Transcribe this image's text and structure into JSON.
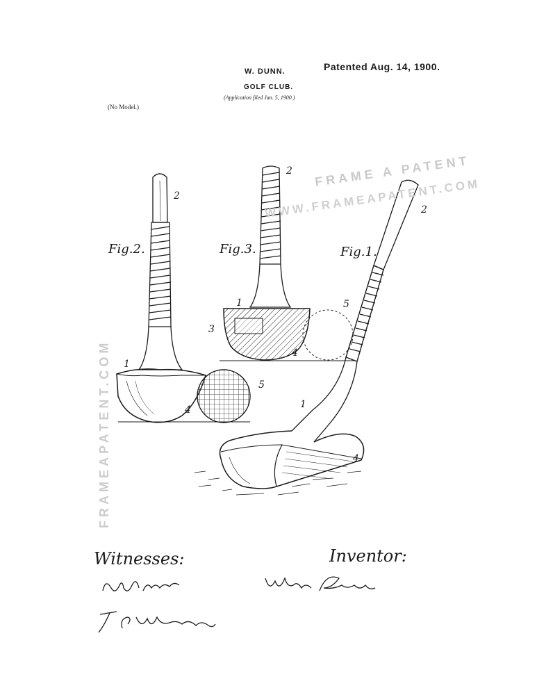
{
  "header": {
    "inventor_name": "W. DUNN.",
    "title": "GOLF CLUB.",
    "application": "(Application filed Jan. 5, 1900.)",
    "patented": "Patented Aug. 14, 1900.",
    "no_model": "(No Model.)"
  },
  "figures": {
    "fig1": "Fig.1.",
    "fig2": "Fig.2.",
    "fig3": "Fig.3."
  },
  "refs": {
    "r1": "1",
    "r2": "2",
    "r3": "3",
    "r4": "4",
    "r5": "5"
  },
  "footer": {
    "witnesses_label": "Witnesses:",
    "inventor_label": "Inventor:"
  },
  "watermark": {
    "line1": "FRAME A PATENT",
    "line2": "WWW.FRAMEAPATENT.COM",
    "vertical": "FRAMEAPATENT.COM"
  },
  "colors": {
    "ink": "#1a1a1a",
    "watermark": "#c9c9c9",
    "paper": "#ffffff"
  }
}
